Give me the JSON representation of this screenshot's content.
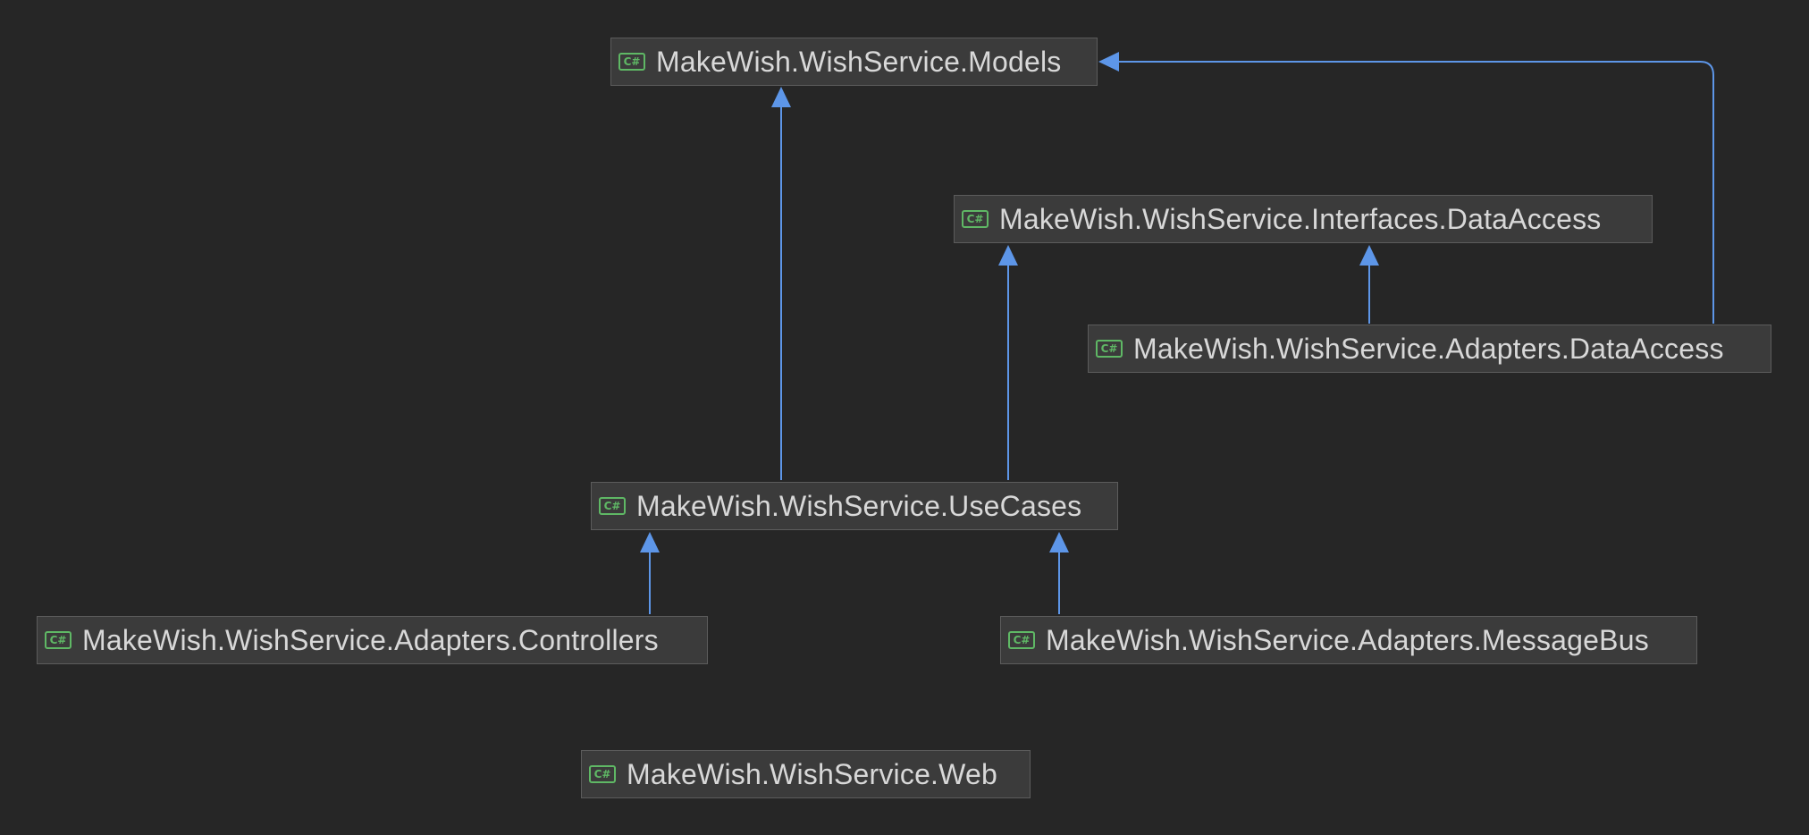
{
  "diagram": {
    "icon_text": "C#",
    "colors": {
      "background": "#262626",
      "node_fill": "#3b3b3b",
      "node_border": "#5c5c5c",
      "edge": "#5d96e8",
      "icon": "#5fb865"
    },
    "nodes": {
      "models": {
        "label": "MakeWish.WishService.Models",
        "icon": "csharp-icon"
      },
      "interfaces": {
        "label": "MakeWish.WishService.Interfaces.DataAccess",
        "icon": "csharp-icon"
      },
      "adapters_data": {
        "label": "MakeWish.WishService.Adapters.DataAccess",
        "icon": "csharp-icon"
      },
      "usecases": {
        "label": "MakeWish.WishService.UseCases",
        "icon": "csharp-icon"
      },
      "controllers": {
        "label": "MakeWish.WishService.Adapters.Controllers",
        "icon": "csharp-icon"
      },
      "messagebus": {
        "label": "MakeWish.WishService.Adapters.MessageBus",
        "icon": "csharp-icon"
      },
      "web": {
        "label": "MakeWish.WishService.Web",
        "icon": "csharp-icon"
      }
    },
    "edges": [
      {
        "from": "usecases",
        "to": "models"
      },
      {
        "from": "usecases",
        "to": "interfaces"
      },
      {
        "from": "adapters_data",
        "to": "interfaces"
      },
      {
        "from": "adapters_data",
        "to": "models"
      },
      {
        "from": "controllers",
        "to": "usecases"
      },
      {
        "from": "messagebus",
        "to": "usecases"
      }
    ]
  }
}
